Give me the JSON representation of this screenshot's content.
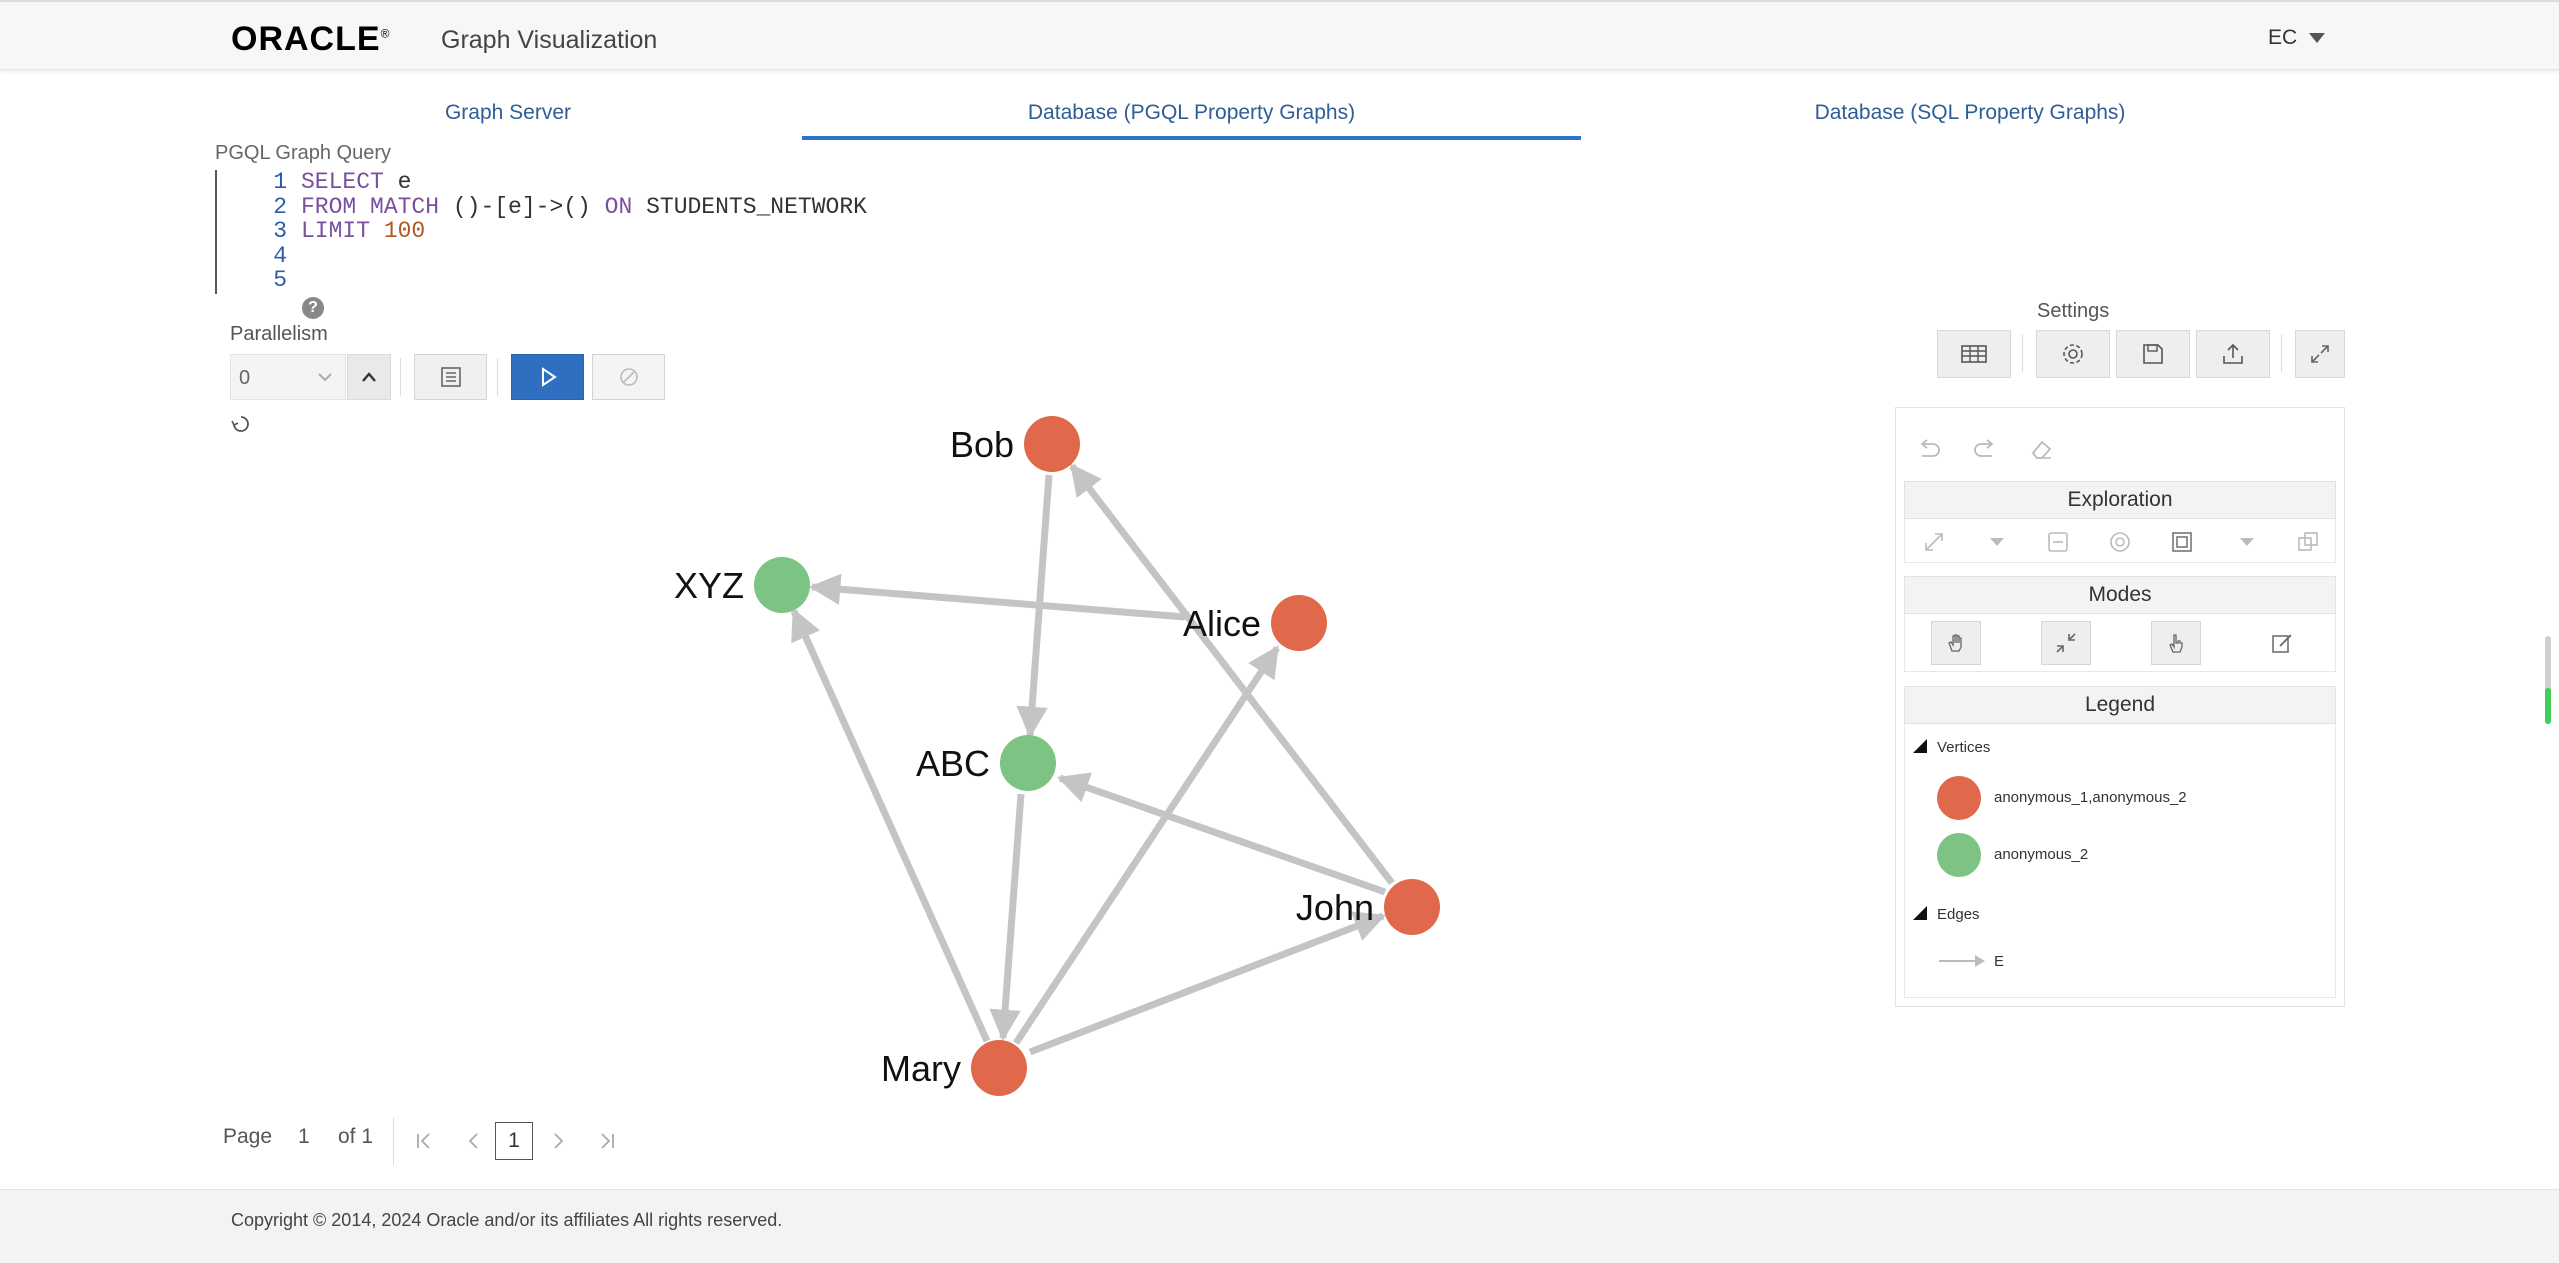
{
  "header": {
    "logo_text": "ORACLE",
    "app_title": "Graph Visualization",
    "user": "EC"
  },
  "tabs": [
    {
      "label": "Graph Server",
      "active": false
    },
    {
      "label": "Database (PGQL Property Graphs)",
      "active": true
    },
    {
      "label": "Database (SQL Property Graphs)",
      "active": false
    }
  ],
  "query": {
    "label": "PGQL Graph Query",
    "line_numbers": [
      "1",
      "2",
      "3",
      "4",
      "5"
    ],
    "lines": [
      {
        "kw1": "SELECT",
        "rest": " e"
      },
      {
        "kw1": "FROM MATCH",
        "rest": " ()-[e]->() ",
        "kw2": "ON",
        "rest2": " STUDENTS_NETWORK"
      },
      {
        "kw1": "LIMIT",
        "num": " 100"
      }
    ],
    "help": "?"
  },
  "parallelism": {
    "label": "Parallelism",
    "value": "0"
  },
  "settings": {
    "label": "Settings"
  },
  "graph": {
    "vertices": [
      {
        "label": "Bob",
        "type": "anonymous_1,anonymous_2"
      },
      {
        "label": "XYZ",
        "type": "anonymous_2"
      },
      {
        "label": "Alice",
        "type": "anonymous_1,anonymous_2"
      },
      {
        "label": "ABC",
        "type": "anonymous_2"
      },
      {
        "label": "John",
        "type": "anonymous_1,anonymous_2"
      },
      {
        "label": "Mary",
        "type": "anonymous_1,anonymous_2"
      }
    ],
    "edges": [
      {
        "from": "Bob",
        "to": "ABC"
      },
      {
        "from": "Alice",
        "to": "XYZ"
      },
      {
        "from": "John",
        "to": "Bob"
      },
      {
        "from": "John",
        "to": "ABC"
      },
      {
        "from": "Mary",
        "to": "XYZ"
      },
      {
        "from": "ABC",
        "to": "Mary"
      },
      {
        "from": "Mary",
        "to": "Alice"
      },
      {
        "from": "Mary",
        "to": "John"
      }
    ]
  },
  "panel": {
    "exploration": "Exploration",
    "modes": "Modes",
    "legend": "Legend",
    "vertices_label": "Vertices",
    "edges_label": "Edges",
    "legend_items": [
      {
        "label": "anonymous_1,anonymous_2",
        "color": "#e0684b"
      },
      {
        "label": "anonymous_2",
        "color": "#7dc383"
      }
    ],
    "edge_item": "E"
  },
  "colors": {
    "red_vertex": "#e0684b",
    "green_vertex": "#7dc383",
    "edge": "#c4c4c4",
    "primary": "#2f6fc2"
  },
  "pager": {
    "page_label": "Page",
    "page": "1",
    "of_label": "of 1",
    "current": "1"
  },
  "footer": {
    "copyright": "Copyright © 2014, 2024 Oracle and/or its affiliates All rights reserved."
  }
}
